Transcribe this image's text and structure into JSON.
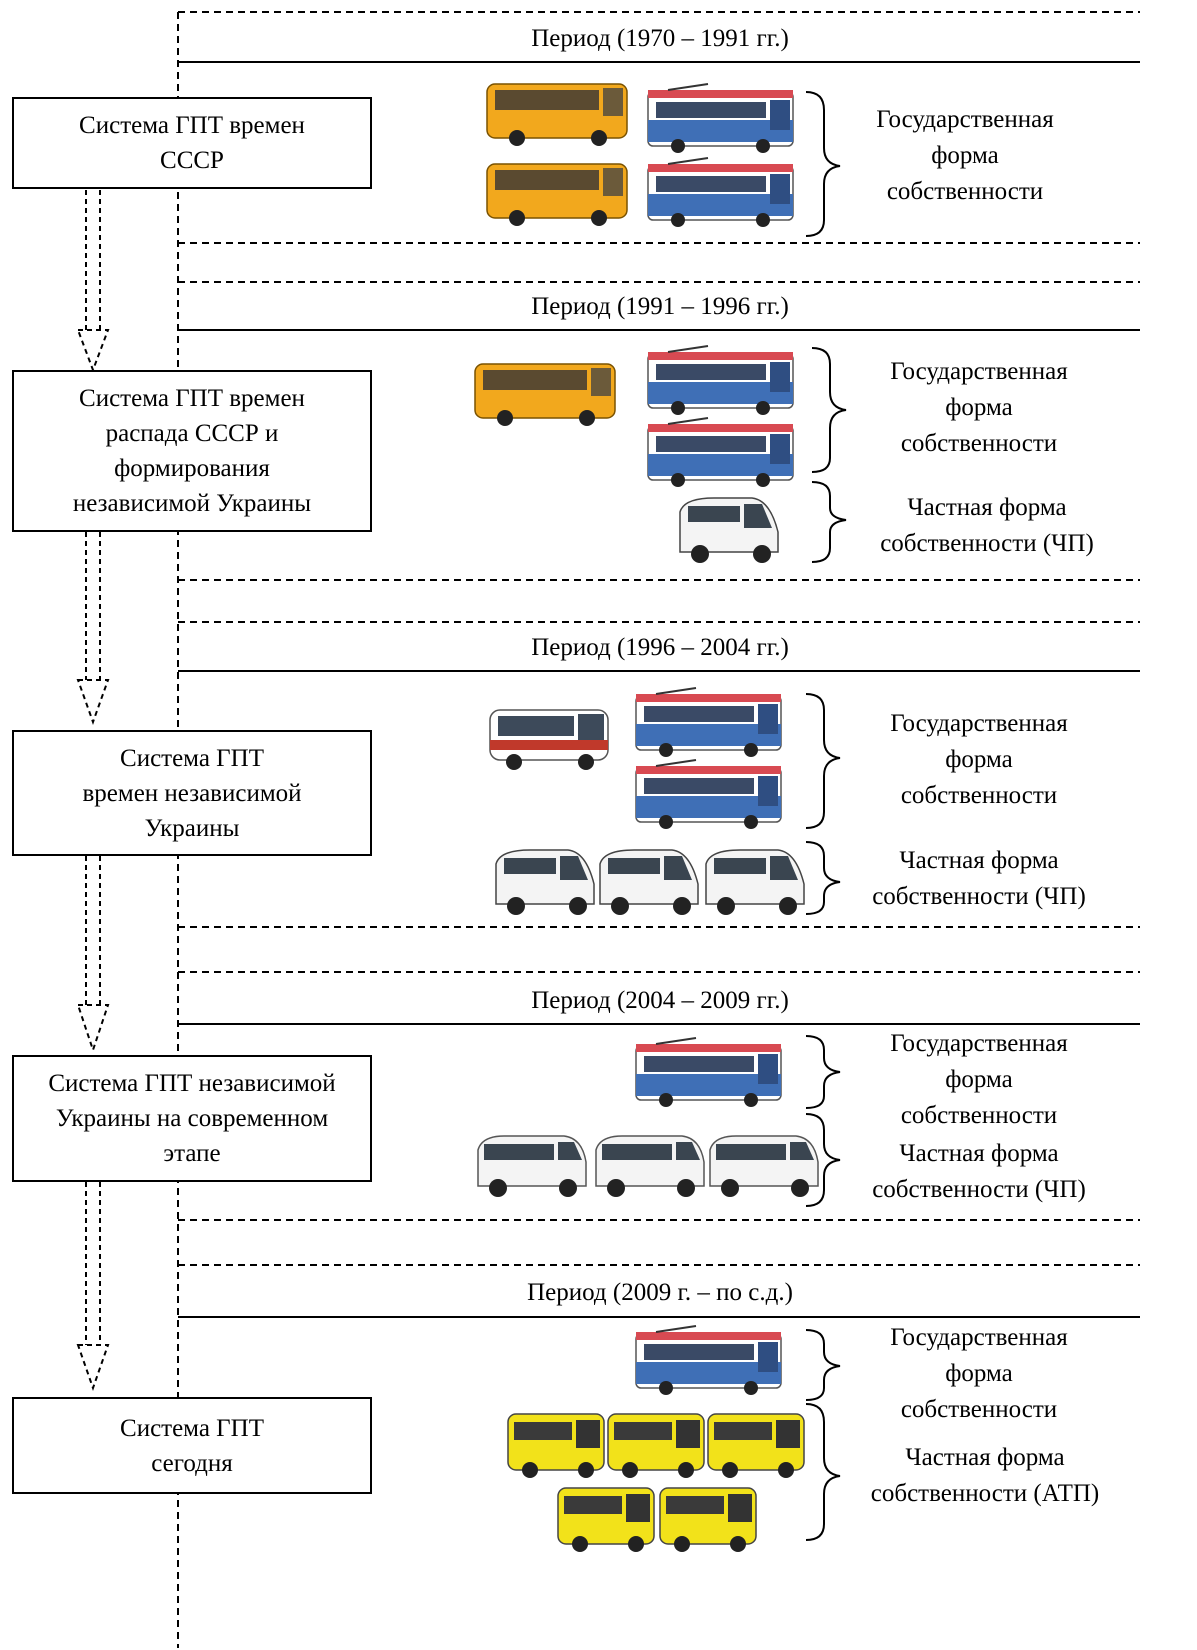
{
  "colors": {
    "line": "#000000",
    "bus_orange": "#f2a81d",
    "trolley_blue": "#3f6fb6",
    "trolley_red": "#d84a52",
    "van_white": "#f4f4f4",
    "bus_yellow": "#f2e21a"
  },
  "stages": [
    {
      "system": "Система ГПТ времен\nСССР",
      "period": "Период (1970 – 1991 гг.)",
      "state": "Государственная\nформа\nсобственности"
    },
    {
      "system": "Система ГПТ времен\nраспада СССР и\nформирования\nнезависимой Украины",
      "period": "Период (1991 – 1996 гг.)",
      "state": "Государственная\nформа\nсобственности",
      "private": "Частная форма\nсобственности (ЧП)"
    },
    {
      "system": "Система ГПТ\nвремен независимой\nУкраины",
      "period": "Период (1996 – 2004 гг.)",
      "state": "Государственная\nформа\nсобственности",
      "private": "Частная форма\nсобственности (ЧП)"
    },
    {
      "system": "Система ГПТ независимой\nУкраины на современном\nэтапе",
      "period": "Период (2004 – 2009 гг.)",
      "state": "Государственная\nформа\nсобственности",
      "private": "Частная форма\nсобственности (ЧП)"
    },
    {
      "system": "Система ГПТ\nсегодня",
      "period": "Период (2009 г. – по с.д.)",
      "state": "Государственная\nформа\nсобственности",
      "private": "Частная форма\nсобственности (АТП)"
    }
  ]
}
